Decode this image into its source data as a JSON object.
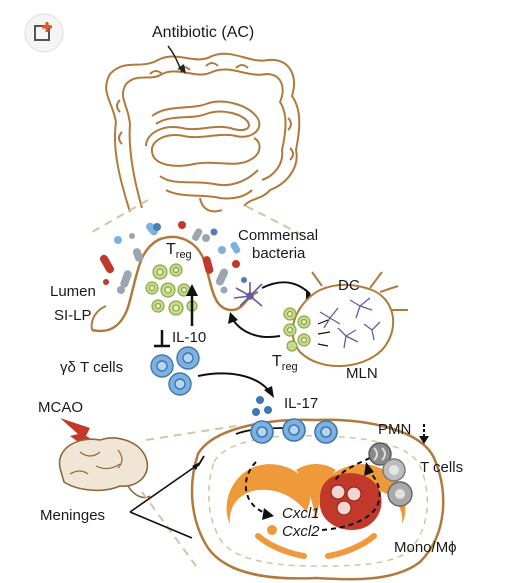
{
  "colors": {
    "gut_outline": "#b07a3c",
    "tcell_blue": "#7eb1dd",
    "treg_green": "#c8da8c",
    "brain_orange": "#ee9a3a",
    "infarct_red": "#c0392b",
    "dc_purple": "#6a5a9e",
    "corner_badge": "#e05a2a"
  },
  "icons": [
    "app-badge-icon",
    "lightning-bolt-icon",
    "dendritic-cell-icon",
    "brain-icon",
    "down-arrow-icon"
  ],
  "labels": {
    "antibiotic": "Antibiotic (AC)",
    "commensal_line1": "Commensal",
    "commensal_line2": "bacteria",
    "treg_main": "T",
    "treg_sub": "reg",
    "lumen": "Lumen",
    "si_lp": "SI-LP",
    "dc": "DC",
    "il10": "IL-10",
    "mln": "MLN",
    "gd_tcells": "γδ T cells",
    "il17": "IL-17",
    "mcao": "MCAO",
    "pmn": "PMN",
    "t_cells": "T cells",
    "meninges": "Meninges",
    "cxcl1": "Cxcl1",
    "cxcl2": "Cxcl2",
    "mono": "Mono/Mϕ"
  }
}
